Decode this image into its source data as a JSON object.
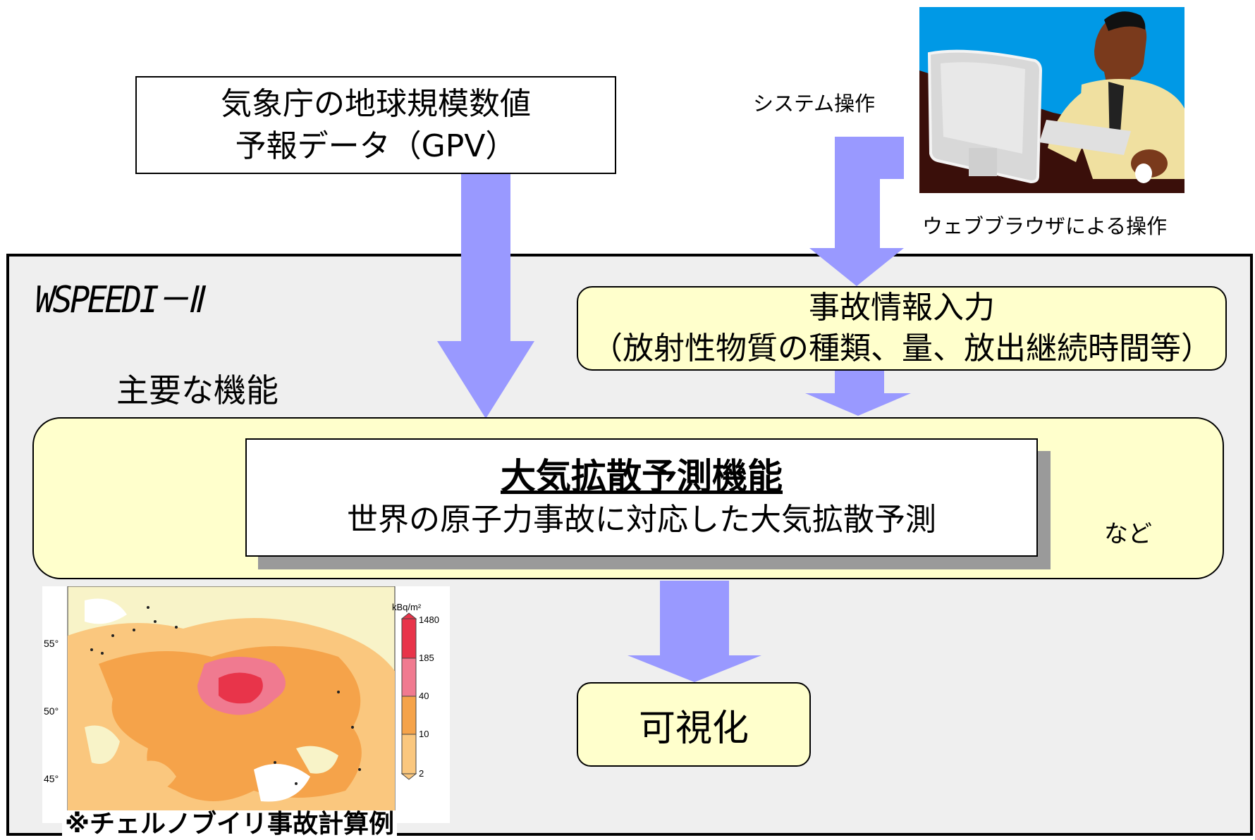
{
  "gpv_box": {
    "line1": "気象庁の地球規模数値",
    "line2": "予報データ（GPV）"
  },
  "operator": {
    "system_op_label": "システム操作",
    "web_op_label": "ウェブブラウザによる操作"
  },
  "system": {
    "title": "WSPEEDI－Ⅱ"
  },
  "accident_input": {
    "line1": "事故情報入力",
    "line2": "（放射性物質の種類、量、放出継続時間等）"
  },
  "main_functions": {
    "label": "主要な機能",
    "function_title": "大気拡散予測機能",
    "function_desc": "世界の原子力事故に対応した大気拡散予測",
    "etc_label": "など"
  },
  "visualization": {
    "label": "可視化"
  },
  "map_example": {
    "caption": "※チェルノブイリ事故計算例",
    "unit": "kBq/m²",
    "scale_labels": [
      "1480",
      "185",
      "40",
      "10",
      "2"
    ],
    "lat_labels": [
      "55°",
      "50°",
      "45°"
    ],
    "colors": {
      "dark_red": "#e8344a",
      "pink": "#f07a90",
      "orange": "#f5a34a",
      "light_orange": "#fac77e"
    }
  },
  "colors": {
    "arrow": "#9999ff",
    "panel_fill": "#ffffcc",
    "frame_bg": "#efefef"
  }
}
